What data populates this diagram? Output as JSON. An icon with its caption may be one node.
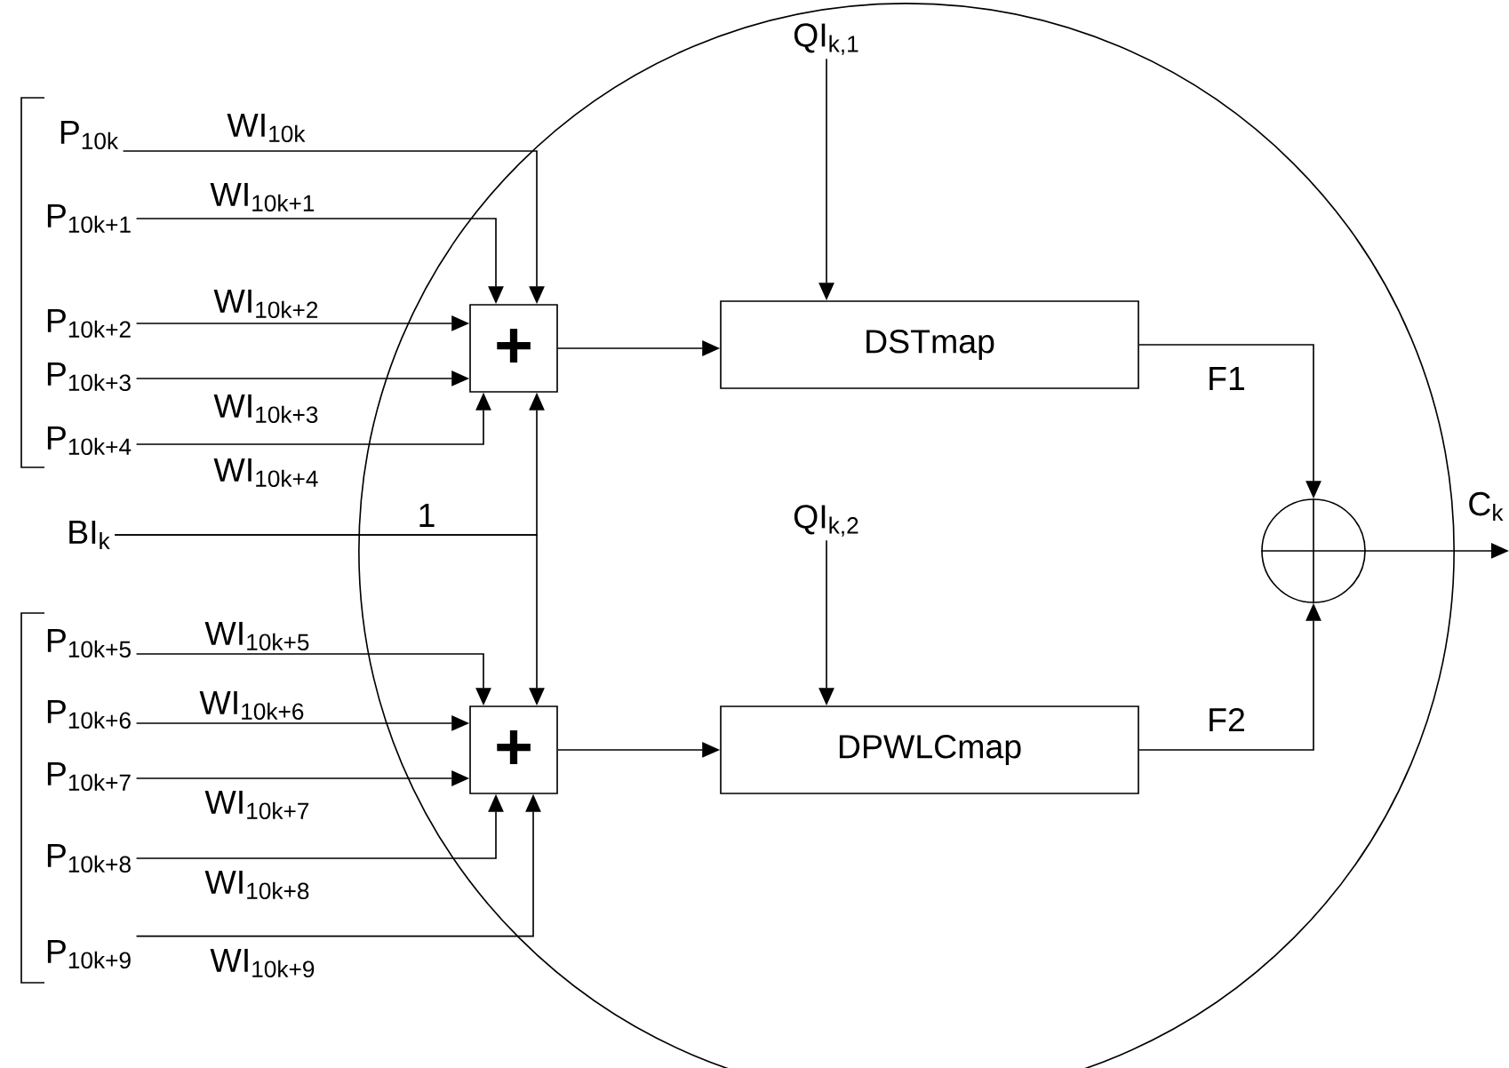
{
  "diagram": {
    "nodes": [
      {
        "text": [],
        "shape": "circle"
      },
      {
        "text": [
          "P$_{10k}$"
        ]
      },
      {
        "text": [
          "P$_{10k+1}$"
        ]
      },
      {
        "text": [
          "P$_{10k+2}$"
        ]
      },
      {
        "text": [
          "P$_{10k+3}$"
        ]
      },
      {
        "text": [
          "P$_{10k+4}$"
        ]
      },
      {
        "text": [
          "BI$_{k}$"
        ]
      },
      {
        "text": [
          "P$_{10k+5}$"
        ]
      },
      {
        "text": [
          "P$_{10k+6}$"
        ]
      },
      {
        "text": [
          "P$_{10k+7}$"
        ]
      },
      {
        "text": [
          "P$_{10k+8}$"
        ]
      },
      {
        "text": [
          "P$_{10k+9}$"
        ]
      },
      {
        "text": [
          "+"
        ],
        "in": 0
      },
      {
        "text": [
          "+"
        ],
        "in": 0
      },
      {
        "text": [
          "QI$_{k,1}$"
        ],
        "in": 0
      },
      {
        "text": [
          "DSTmap"
        ],
        "in": 0
      },
      {
        "text": [
          "QI$_{k,2}$"
        ],
        "in": 0
      },
      {
        "text": [
          "DPWLCmap"
        ],
        "in": 0
      },
      {
        "text": [],
        "shape": "circle",
        "in": 0
      }
    ],
    "edges": [
      {
        "from": 1,
        "to": 12,
        "arrow": "to",
        "label": "WI$_{10k}$"
      },
      {
        "from": 2,
        "to": 12,
        "arrow": "to",
        "label": "WI$_{10k+1}$"
      },
      {
        "from": 3,
        "to": 12,
        "arrow": "to",
        "label": "WI$_{10k+2}$"
      },
      {
        "from": 4,
        "to": 12,
        "arrow": "to",
        "label": "WI$_{10k+3}$"
      },
      {
        "from": 5,
        "to": 12,
        "arrow": "to",
        "label": "WI$_{10k+4}$"
      },
      {
        "from": 6,
        "to": 12,
        "arrow": "to",
        "label": "1"
      },
      {
        "from": 6,
        "to": 13,
        "arrow": "to"
      },
      {
        "from": 7,
        "to": 13,
        "arrow": "to",
        "label": "WI$_{10k+5}$"
      },
      {
        "from": 8,
        "to": 13,
        "arrow": "to",
        "label": "WI$_{10k+6}$"
      },
      {
        "from": 9,
        "to": 13,
        "arrow": "to",
        "label": "WI$_{10k+7}$"
      },
      {
        "from": 10,
        "to": 13,
        "arrow": "to",
        "label": "WI$_{10k+8}$"
      },
      {
        "from": 11,
        "to": 13,
        "arrow": "to",
        "label": "WI$_{10k+9}$"
      },
      {
        "from": 12,
        "to": 15,
        "arrow": "to"
      },
      {
        "from": 14,
        "to": 15,
        "arrow": "to"
      },
      {
        "from": 15,
        "to": 18,
        "arrow": "to",
        "label": "F1"
      },
      {
        "from": 13,
        "to": 17,
        "arrow": "to"
      },
      {
        "from": 16,
        "to": 17,
        "arrow": "to"
      },
      {
        "from": 17,
        "to": 18,
        "arrow": "to",
        "label": "F2"
      },
      {
        "from": 18,
        "to": null,
        "arrow": "to",
        "label": "C$_{k}$"
      }
    ]
  }
}
